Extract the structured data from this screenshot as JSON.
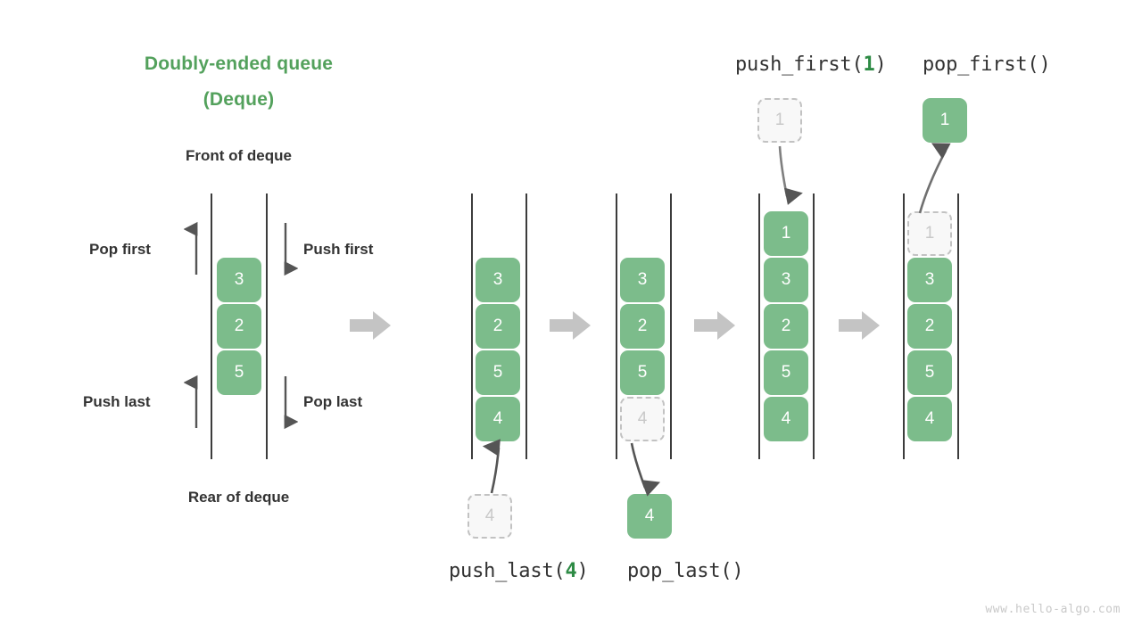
{
  "title": {
    "line1": "Doubly-ended queue",
    "line2": "(Deque)",
    "color": "#53a15c"
  },
  "labels": {
    "front": "Front of deque",
    "rear": "Rear of deque",
    "pop_first": "Pop first",
    "push_first": "Push first",
    "push_last": "Push last",
    "pop_last": "Pop last"
  },
  "captions": {
    "push_last_name": "push_last(",
    "push_last_arg": "4",
    "push_last_close": ")",
    "pop_last": "pop_last()",
    "push_first_name": "push_first(",
    "push_first_arg": "1",
    "push_first_close": ")",
    "pop_first": "pop_first()"
  },
  "colors": {
    "element_green": "#7cbc8b",
    "title_green": "#53a15c",
    "arg_green": "#2e8b45",
    "ghost_fill": "#f8f8f8",
    "ghost_border": "#c2c2c2",
    "flow_arrow_gray": "#c4c4c4",
    "rail_dark": "#3c3c3c",
    "label_dark": "#333333"
  },
  "panels": [
    {
      "id": "overview",
      "name": "deque-overview",
      "cells": [
        "3",
        "2",
        "5"
      ]
    },
    {
      "id": "state-initial",
      "name": "deque-state-initial",
      "cells": [
        "3",
        "2",
        "5",
        "4"
      ],
      "incoming": "4"
    },
    {
      "id": "state-after-push-last",
      "name": "deque-state-after-push-last",
      "cells": [
        "3",
        "2",
        "5"
      ],
      "ghost_last": "4",
      "outgoing": "4"
    },
    {
      "id": "state-after-push-first",
      "name": "deque-state-after-push-first",
      "cells": [
        "1",
        "3",
        "2",
        "5",
        "4"
      ],
      "incoming": "1"
    },
    {
      "id": "state-after-pop-first",
      "name": "deque-state-after-pop-first",
      "cells": [
        "3",
        "2",
        "5",
        "4"
      ],
      "ghost_first": "1",
      "outgoing": "1"
    }
  ],
  "watermark": "www.hello-algo.com"
}
